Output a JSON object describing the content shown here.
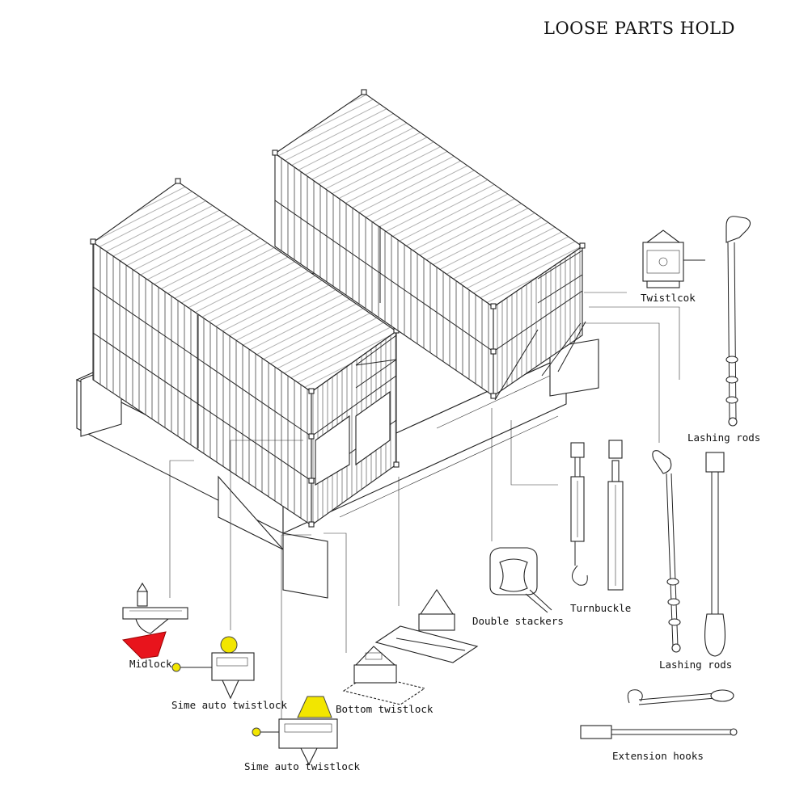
{
  "title": "LOOSE PARTS HOLD",
  "labels": {
    "twistlock": "Twistlcok",
    "lashing_rods_top": "Lashing rods",
    "double_stackers": "Double stackers",
    "turnbuckle": "Turnbuckle",
    "lashing_rods_bottom": "Lashing rods",
    "extension_hooks": "Extension hooks",
    "midlock": "Midlock",
    "sime_auto_twistlock_1": "Sime auto twistlock",
    "sime_auto_twistlock_2": "Sime auto twistlock",
    "bottom_twistlock": "Bottom twistlock"
  },
  "colors": {
    "midlock_accent": "#e8141c",
    "sime_cone_accent": "#f2e600",
    "line": "#222222"
  }
}
